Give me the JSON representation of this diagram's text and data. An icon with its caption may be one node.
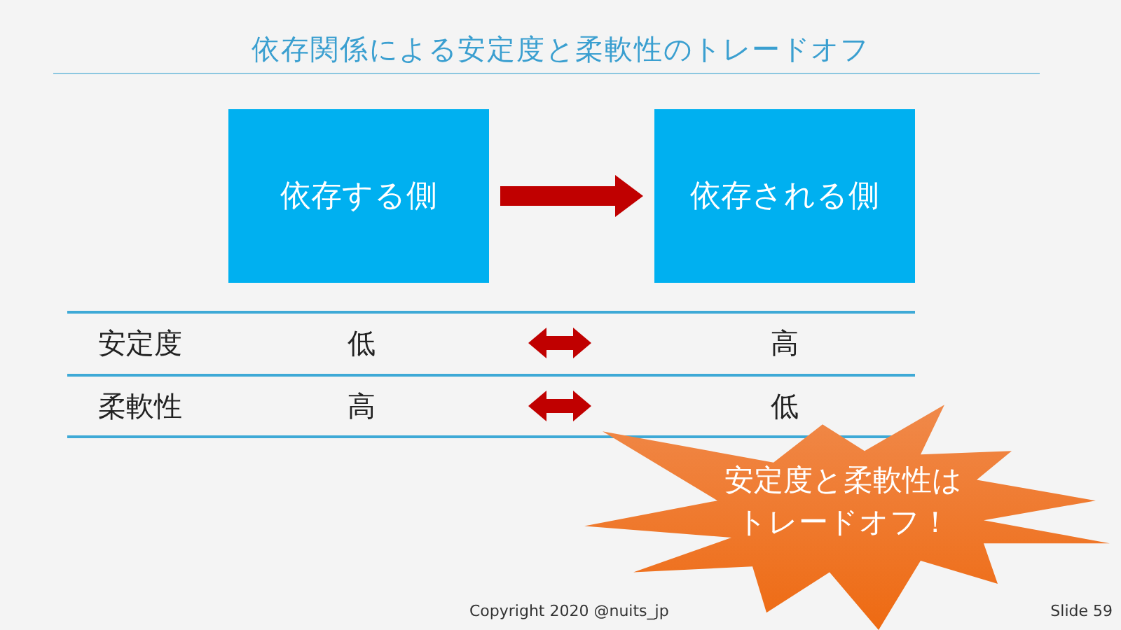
{
  "diagram": {
    "title": "依存関係による安定度と柔軟性のトレードオフ",
    "nodes": [
      {
        "text": [
          "依存する側"
        ]
      },
      {
        "text": [
          "依存される側"
        ]
      },
      {
        "text": [
          "安定度と柔軟性はトレードオフ！"
        ]
      }
    ],
    "edges": [
      {
        "from": 0,
        "to": 1,
        "arrow": "to"
      }
    ],
    "labels": [
      "安定度",
      "低",
      "高",
      "柔軟性",
      "高",
      "低",
      "Copyright 2020 @nuits_jp",
      "Slide 59"
    ]
  }
}
